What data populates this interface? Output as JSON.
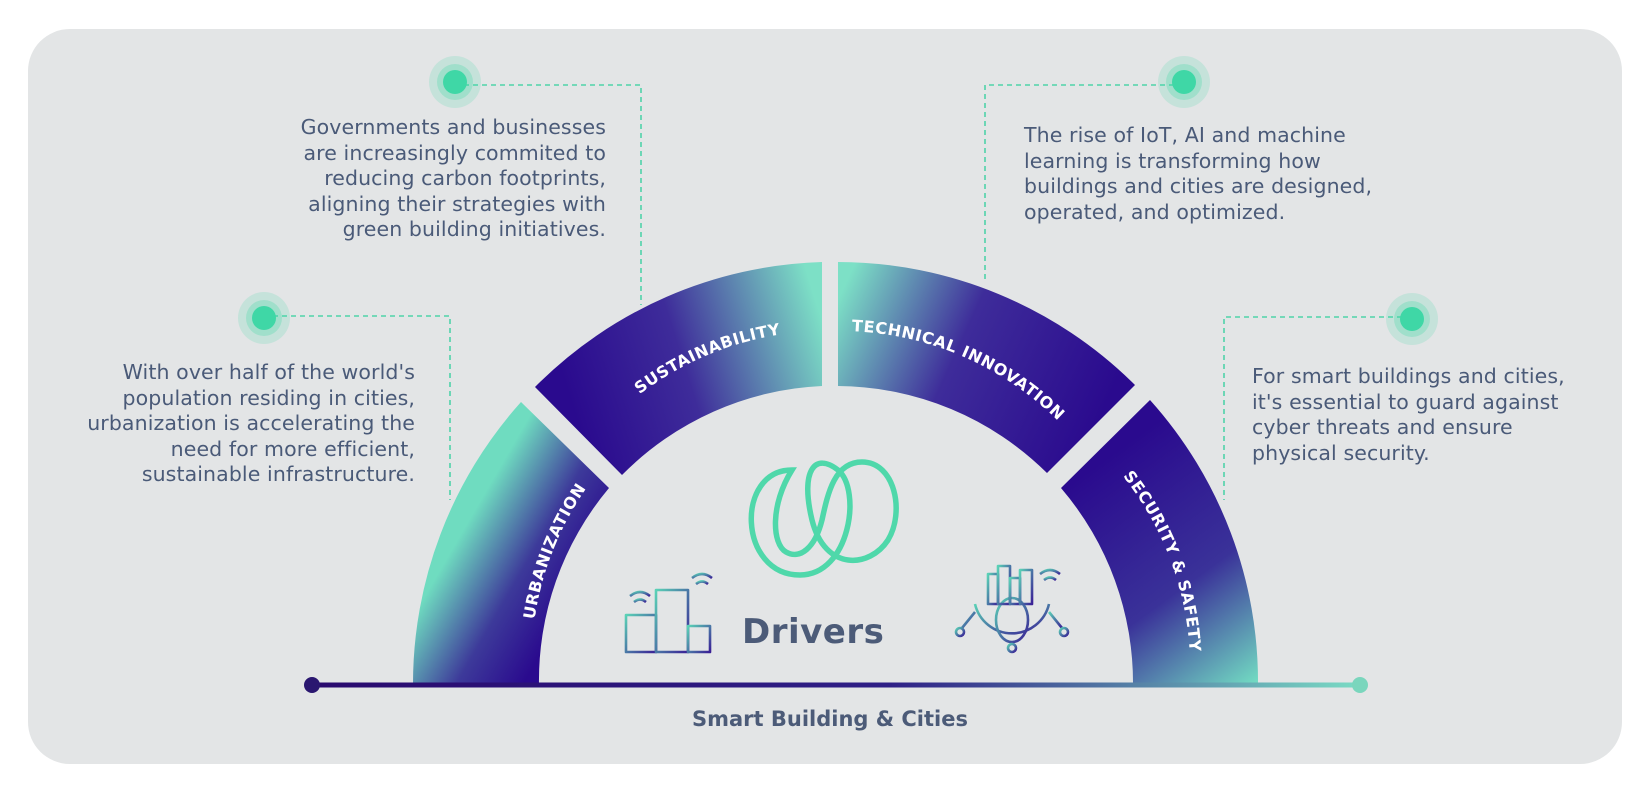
{
  "diagram": {
    "center_title": "Drivers",
    "bottom_caption": "Smart Building & Cities",
    "segments": [
      {
        "label": "URBANIZATION"
      },
      {
        "label": "SUSTAINABILITY"
      },
      {
        "label": "TECHNICAL INNOVATION"
      },
      {
        "label": "SECURITY & SAFETY"
      }
    ],
    "descriptions": {
      "urbanization": "With over half of the world's\npopulation residing in cities,\nurbanization is accelerating the\nneed for more efficient,\nsustainable infrastructure.",
      "sustainability": "Governments and businesses\nare increasingly commited to\nreducing carbon footprints,\naligning their strategies with\ngreen building initiatives.",
      "technical_innovation": "The rise of IoT, AI and machine\nlearning is transforming how\nbuildings and cities are designed,\noperated, and optimized.",
      "security_safety": "For smart buildings and cities,\nit's essential to guard against\ncyber threats and ensure\nphysical security."
    },
    "icons": [
      "infinity-logo-icon",
      "smart-building-icon",
      "smart-city-globe-icon"
    ]
  },
  "colors": {
    "panel_bg": "#e3e5e6",
    "deep_purple": "#2a0a8e",
    "mint": "#6fdcc0",
    "accent_green": "#3fd7a6",
    "text": "#4a5a78"
  }
}
